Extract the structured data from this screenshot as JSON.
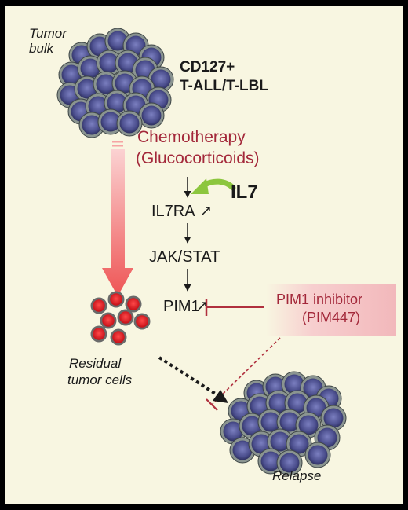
{
  "labels": {
    "tumor_bulk_line1": "Tumor",
    "tumor_bulk_line2": "bulk",
    "subtype_line1": "CD127+",
    "subtype_line2": "T-ALL/T-LBL",
    "chemo_line1": "Chemotherapy",
    "chemo_line2": "(Glucocorticoids)",
    "il7": "IL7",
    "il7ra": "IL7RA",
    "jakstat": "JAK/STAT",
    "pim1": "PIM1",
    "up_arrow_glyph": "↗",
    "inhibitor_line1": "PIM1 inhibitor",
    "inhibitor_line2": "(PIM447)",
    "residual_line1": "Residual",
    "residual_line2": "tumor cells",
    "relapse": "Relapse"
  },
  "colors": {
    "background": "#f8f6e1",
    "frame": "#000000",
    "tumor_cell_fill": "#4a4d8c",
    "tumor_cell_rim": "#8a9490",
    "residual_cell_fill": "#e8141e",
    "residual_cell_rim": "#6a6a6a",
    "inhibitor_red": "#a3283a",
    "il7_arrow_green": "#8cc63e",
    "big_arrow_red": "#f05a5a"
  },
  "icons": {
    "tumor_cell": "cell-icon",
    "residual_cell": "residual-cell-icon"
  }
}
